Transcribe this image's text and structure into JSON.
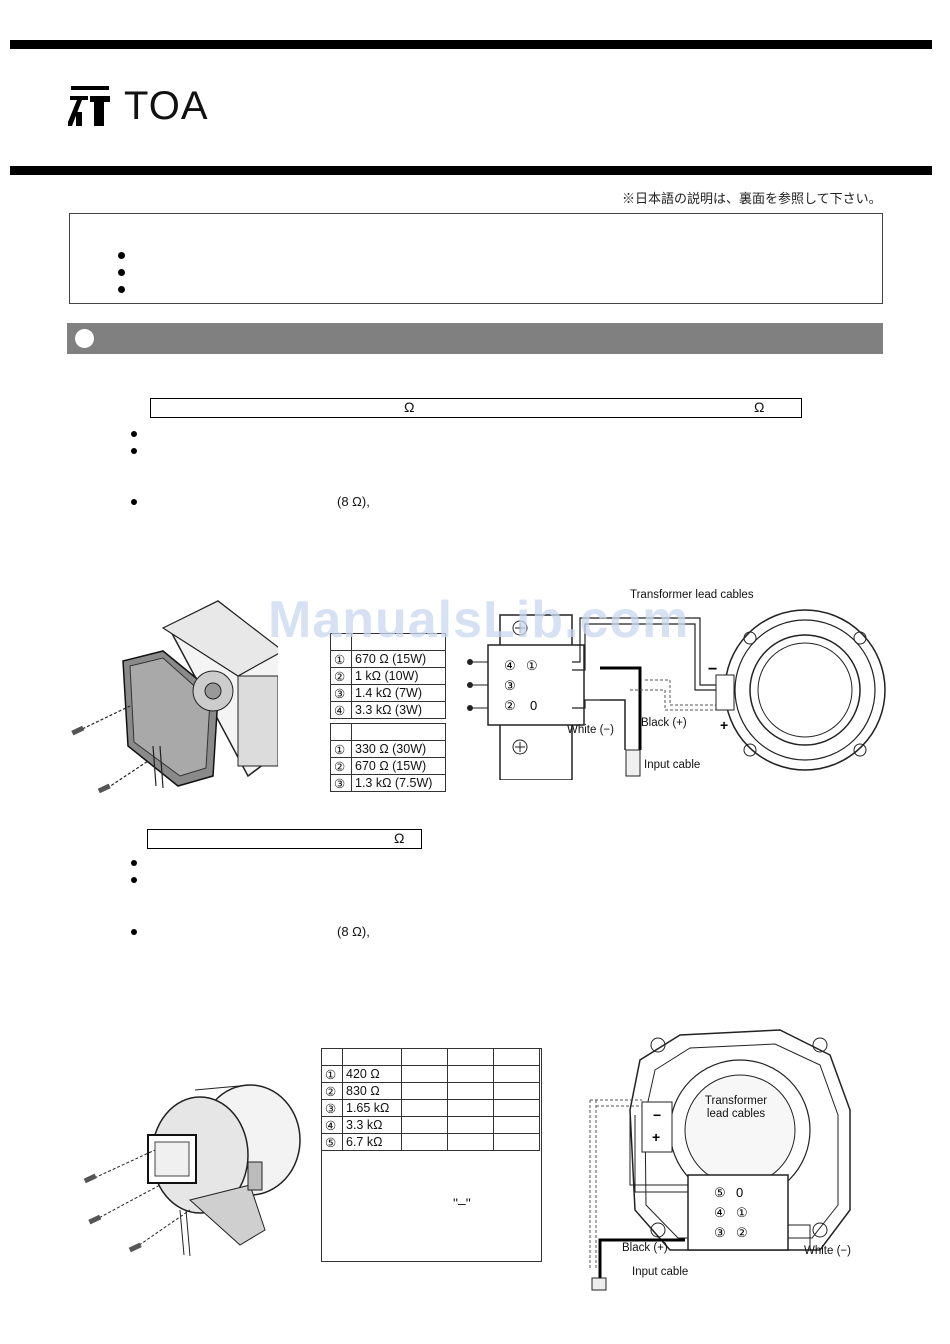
{
  "header": {
    "brand": "TOA",
    "jp_note": "※日本語の説明は、裏面を参照して下さい。"
  },
  "section1": {
    "spec_ohm_1": "Ω",
    "spec_ohm_2": "Ω",
    "bullet3_text": "(8 Ω),",
    "table_top": {
      "rows": [
        {
          "num": "①",
          "value": "670 Ω (15W)"
        },
        {
          "num": "②",
          "value": "1 kΩ (10W)"
        },
        {
          "num": "③",
          "value": "1.4 kΩ (7W)"
        },
        {
          "num": "④",
          "value": "3.3 kΩ (3W)"
        }
      ]
    },
    "table_bottom": {
      "rows": [
        {
          "num": "①",
          "value": "330 Ω (30W)"
        },
        {
          "num": "②",
          "value": "670 Ω (15W)"
        },
        {
          "num": "③",
          "value": "1.3 kΩ (7.5W)"
        }
      ]
    },
    "diagram": {
      "transformer_lead_cables": "Transformer lead cables",
      "white": "White (−)",
      "black": "Black (+)",
      "input_cable": "Input cable",
      "minus": "−",
      "plus": "+",
      "terminals": [
        "④",
        "①",
        "③",
        "②",
        "0"
      ]
    }
  },
  "section2": {
    "spec_ohm": "Ω",
    "bullet3_text": "(8 Ω),",
    "table": {
      "rows": [
        {
          "num": "①",
          "value": "420 Ω"
        },
        {
          "num": "②",
          "value": "830 Ω"
        },
        {
          "num": "③",
          "value": "1.65 kΩ"
        },
        {
          "num": "④",
          "value": "3.3 kΩ"
        },
        {
          "num": "⑤",
          "value": "6.7 kΩ"
        }
      ],
      "note_symbol": "\"–\""
    },
    "diagram": {
      "transformer_lead_cables": "Transformer lead cables",
      "black": "Black (+)",
      "white": "White (−)",
      "input_cable": "Input cable",
      "minus": "−",
      "plus": "+",
      "terminals": [
        "⑤",
        "0",
        "④",
        "①",
        "③",
        "②"
      ]
    }
  },
  "watermark": "ManualsLib.com",
  "colors": {
    "rule": "#000000",
    "section_bar": "#808080",
    "watermark": "#c9d9f0"
  }
}
